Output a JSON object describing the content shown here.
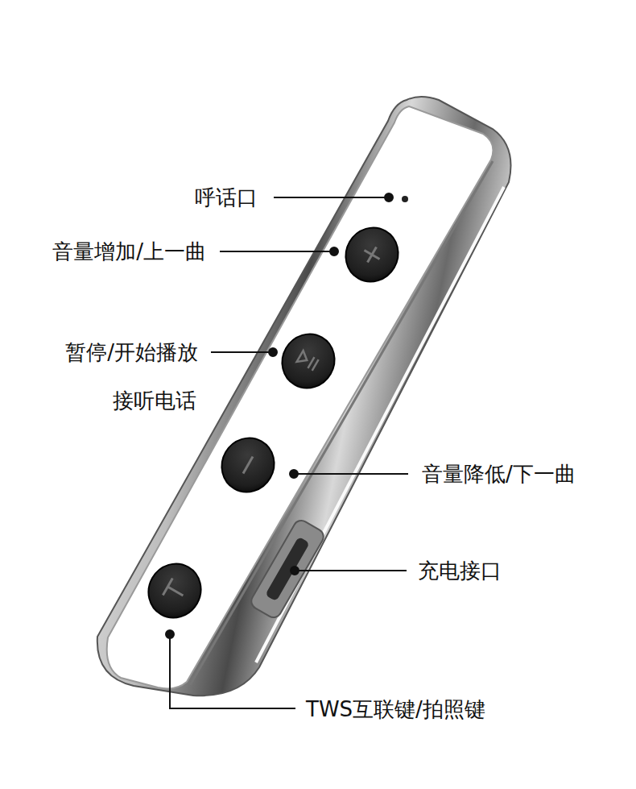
{
  "diagram": {
    "labels": [
      "呼话口",
      "音量增加/上一曲",
      "暂停/开始播放",
      "接听电话",
      "音量降低/下一曲",
      "充电接口",
      "TWS互联键/拍照键"
    ]
  }
}
